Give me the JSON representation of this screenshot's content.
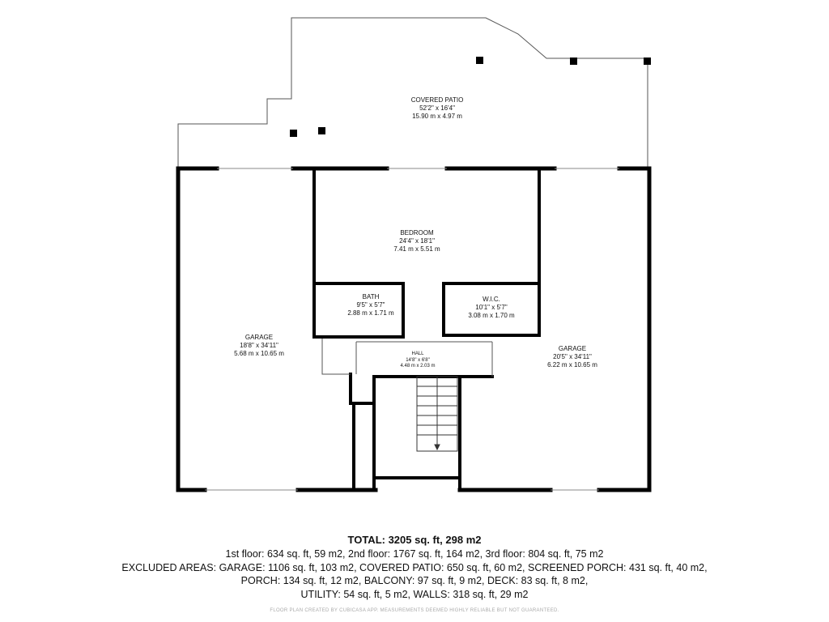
{
  "rooms": {
    "covered_patio": {
      "name": "COVERED PATIO",
      "dim_imperial": "52'2\" x 16'4\"",
      "dim_metric": "15.90 m x 4.97 m"
    },
    "bedroom": {
      "name": "BEDROOM",
      "dim_imperial": "24'4\" x 18'1\"",
      "dim_metric": "7.41 m x 5.51 m"
    },
    "bath": {
      "name": "BATH",
      "dim_imperial": "9'5\" x 5'7\"",
      "dim_metric": "2.88 m x 1.71 m"
    },
    "wic": {
      "name": "W.I.C.",
      "dim_imperial": "10'1\" x 5'7\"",
      "dim_metric": "3.08 m x 1.70 m"
    },
    "garage_left": {
      "name": "GARAGE",
      "dim_imperial": "18'8\" x 34'11\"",
      "dim_metric": "5.68 m x 10.65 m"
    },
    "hall": {
      "name": "HALL",
      "dim_imperial": "14'8\" x 6'8\"",
      "dim_metric": "4.48 m x 2.03 m"
    },
    "garage_right": {
      "name": "GARAGE",
      "dim_imperial": "20'5\" x 34'11\"",
      "dim_metric": "6.22 m x 10.65 m"
    }
  },
  "summary": {
    "total": "TOTAL: 3205 sq. ft, 298 m2",
    "line1": "1st floor: 634 sq. ft, 59 m2, 2nd floor: 1767 sq. ft, 164 m2, 3rd floor: 804 sq. ft, 75 m2",
    "line2": "EXCLUDED AREAS: GARAGE: 1106 sq. ft, 103 m2, COVERED PATIO: 650 sq. ft, 60 m2, SCREENED PORCH: 431 sq. ft, 40 m2,",
    "line3": "PORCH: 134 sq. ft, 12 m2, BALCONY: 97 sq. ft, 9 m2, DECK: 83 sq. ft, 8 m2,",
    "line4": "UTILITY: 54 sq. ft, 5 m2, WALLS: 318 sq. ft, 29 m2",
    "footer": "FLOOR PLAN CREATED BY CUBICASA APP. MEASUREMENTS DEEMED HIGHLY RELIABLE BUT NOT GUARANTEED."
  },
  "colors": {
    "wall": "#000000",
    "thin_line": "#555555",
    "footer_text": "#aaaaaa"
  }
}
